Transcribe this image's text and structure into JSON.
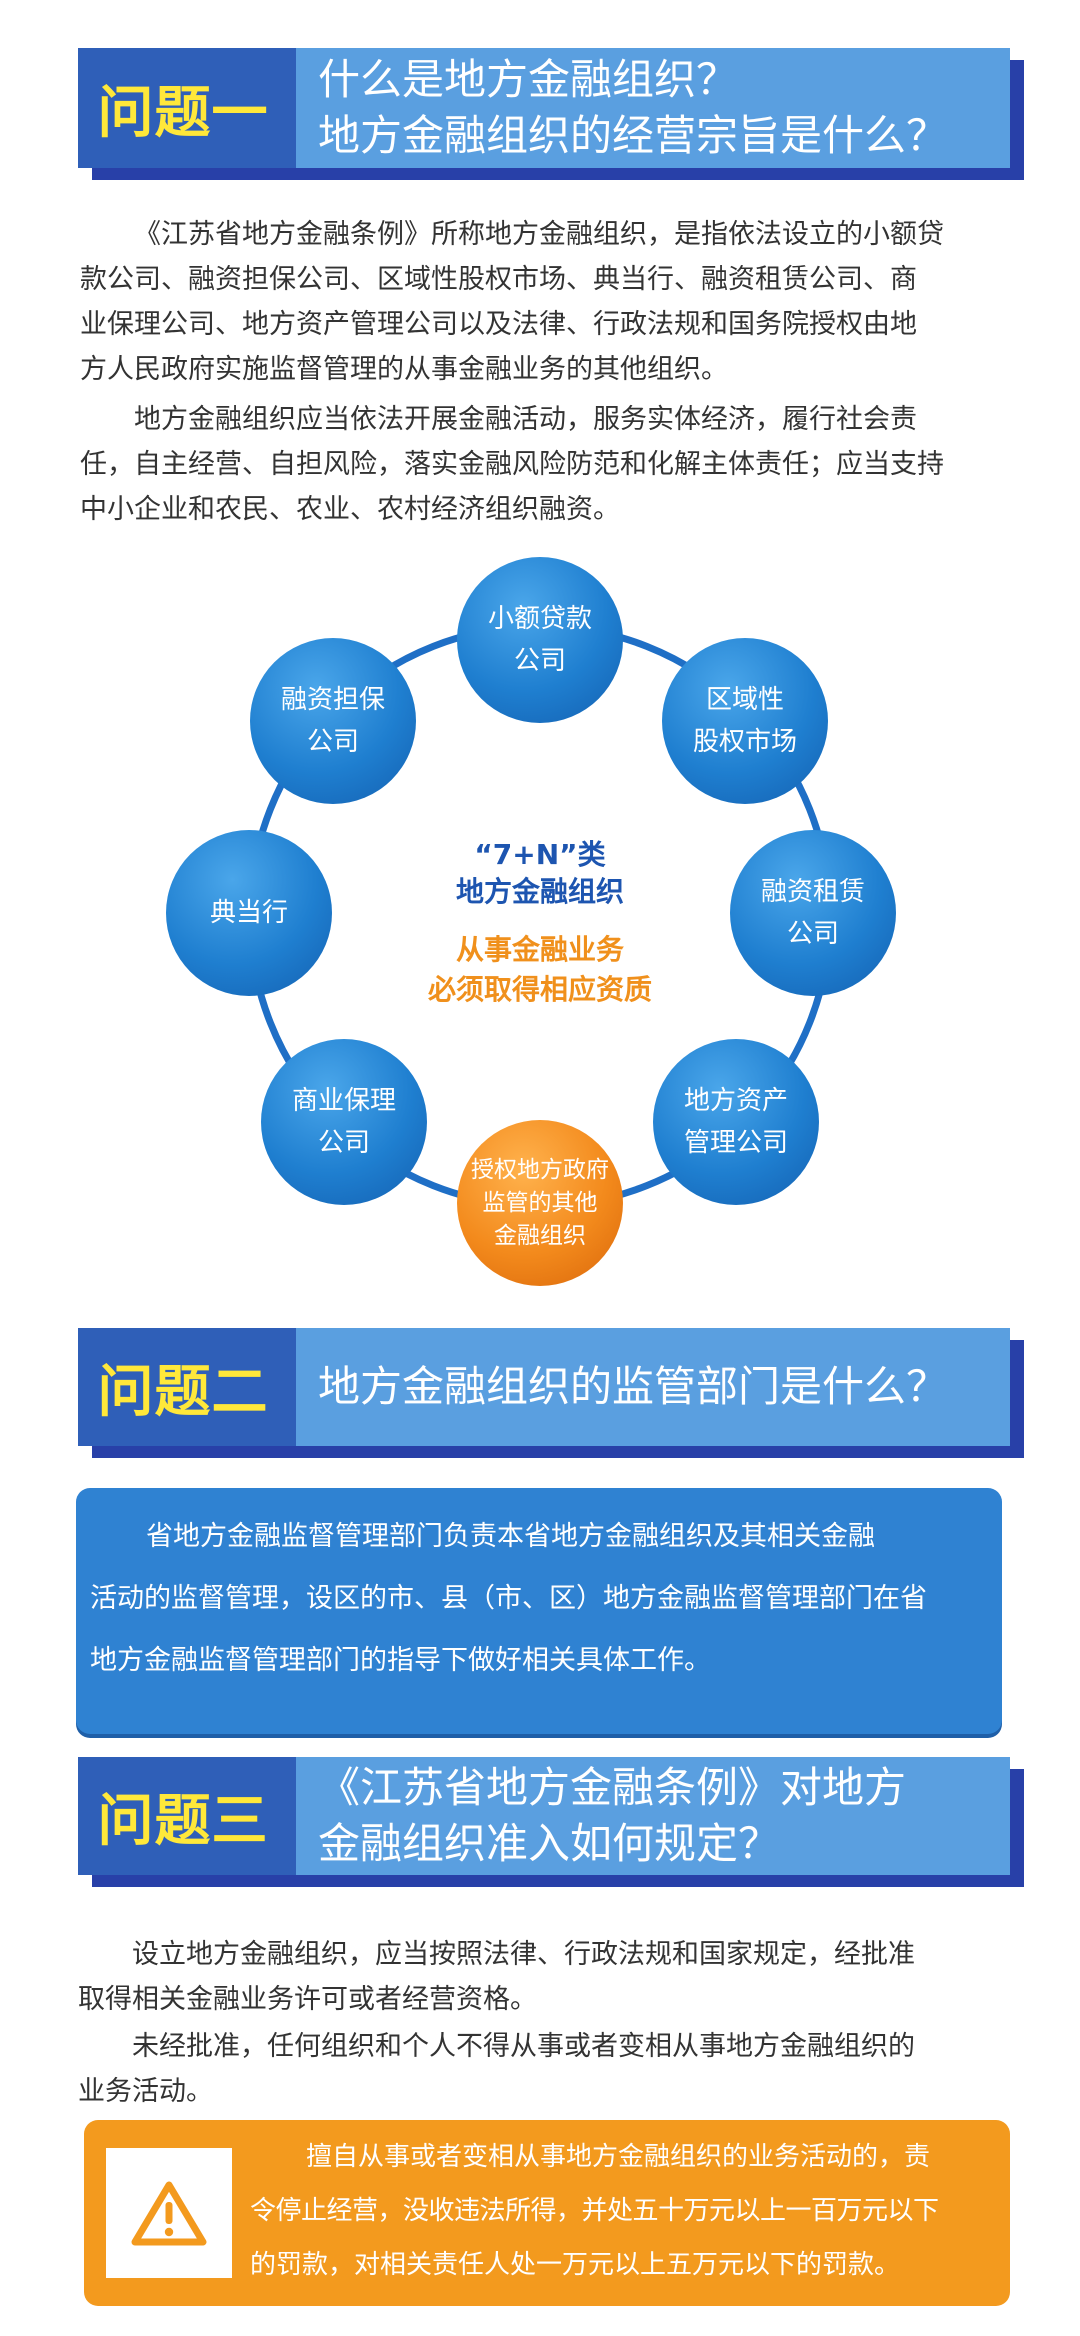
{
  "q1": {
    "label": "问题一",
    "title_lines": [
      "什么是地方金融组织？",
      "地方金融组织的经营宗旨是什么？"
    ],
    "para1": [
      "《江苏省地方金融条例》所称地方金融组织，是指依法设立的小额贷",
      "款公司、融资担保公司、区域性股权市场、典当行、融资租赁公司、商",
      "业保理公司、地方资产管理公司以及法律、行政法规和国务院授权由地",
      "方人民政府实施监督管理的从事金融业务的其他组织。"
    ],
    "para2": [
      "地方金融组织应当依法开展金融活动，服务实体经济，履行社会责",
      "任，自主经营、自担风险，落实金融风险防范和化解主体责任；应当支持",
      "中小企业和农民、农业、农村经济组织融资。"
    ]
  },
  "diagram": {
    "center_line1": "“7+N”类",
    "center_line2": "地方金融组织",
    "center_line3": "从事金融业务",
    "center_line4": "必须取得相应资质",
    "nodes": [
      {
        "lines": [
          "小额贷款",
          "公司"
        ]
      },
      {
        "lines": [
          "区域性",
          "股权市场"
        ]
      },
      {
        "lines": [
          "融资租赁",
          "公司"
        ]
      },
      {
        "lines": [
          "地方资产",
          "管理公司"
        ]
      },
      {
        "lines": [
          "授权地方政府",
          "监管的其他",
          "金融组织"
        ]
      },
      {
        "lines": [
          "商业保理",
          "公司"
        ]
      },
      {
        "lines": [
          "典当行"
        ]
      },
      {
        "lines": [
          "融资担保",
          "公司"
        ]
      }
    ],
    "colors": {
      "blue": "#1f7fd0",
      "orange": "#f38a1c",
      "center_blue": "#1d55b0",
      "center_orange": "#f0901c"
    }
  },
  "q2": {
    "label": "问题二",
    "title_lines": [
      "地方金融组织的监管部门是什么？"
    ],
    "box_lines": [
      "省地方金融监督管理部门负责本省地方金融组织及其相关金融",
      "活动的监督管理，设区的市、县（市、区）地方金融监督管理部门在省",
      "地方金融监督管理部门的指导下做好相关具体工作。"
    ]
  },
  "q3": {
    "label": "问题三",
    "title_lines": [
      "《江苏省地方金融条例》对地方",
      "金融组织准入如何规定？"
    ],
    "para1": [
      "设立地方金融组织，应当按照法律、行政法规和国家规定，经批准",
      "取得相关金融业务许可或者经营资格。"
    ],
    "para2": [
      "未经批准，任何组织和个人不得从事或者变相从事地方金融组织的",
      "业务活动。"
    ],
    "warning_lines": [
      "擅自从事或者变相从事地方金融组织的业务活动的，责",
      "令停止经营，没收违法所得，并处五十万元以上一百万元以下",
      "的罚款，对相关责任人处一万元以上五万元以下的罚款。"
    ],
    "warning_icon": "warning-triangle-icon"
  }
}
